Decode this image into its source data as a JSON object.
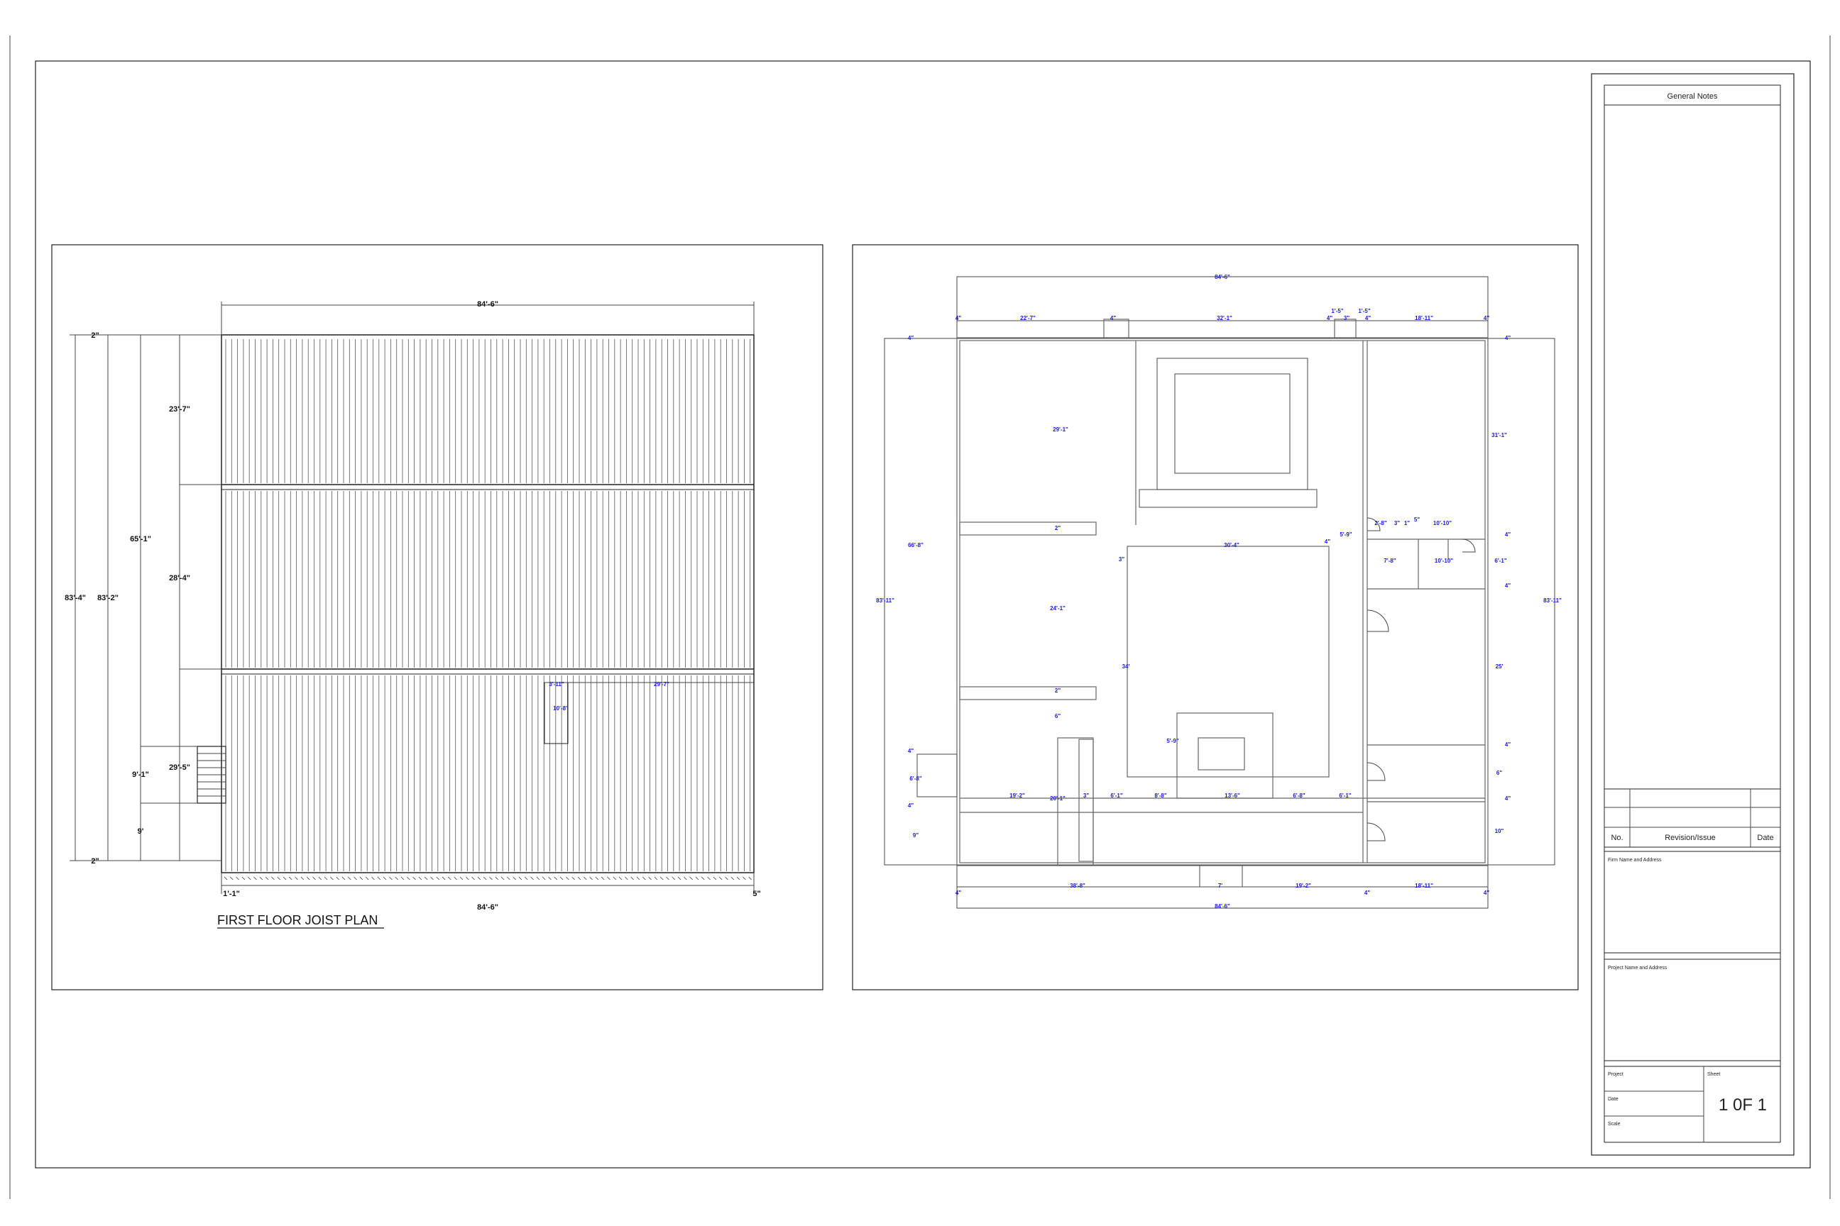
{
  "joist_plan": {
    "title": "FIRST FLOOR JOIST PLAN",
    "dims": {
      "top": "84'-6\"",
      "bottom": "84'-6\"",
      "left_83_4": "83'-4\"",
      "left_83_2": "83'-2\"",
      "left_65_1": "65'-1\"",
      "left_9_1": "9'-1\"",
      "left_9": "9'",
      "left_23_7": "23'-7\"",
      "left_28_4": "28'-4\"",
      "left_29_5": "29'-5\"",
      "top_2": "2\"",
      "bot_2": "2\"",
      "bot_1_1": "1'-1\"",
      "bot_5": "5\"",
      "inner_3_11": "3'-11\"",
      "inner_29_7": "29'-7\"",
      "inner_10_8": "10'-8\""
    }
  },
  "floor_plan": {
    "dims": [
      "84'-6\"",
      "4\"",
      "22'-7\"",
      "4\"",
      "32'-1\"",
      "4\"",
      "1'-5\"",
      "3\"",
      "1'-5\"",
      "4\"",
      "18'-11\"",
      "4\"",
      "4\"",
      "4\"",
      "29'-1\"",
      "31'-1\"",
      "66'-8\"",
      "3\"",
      "2\"",
      "30'-4\"",
      "4\"",
      "5'-9\"",
      "2'-8\"",
      "3\"",
      "1\"",
      "5\"",
      "10'-10\"",
      "4\"",
      "7'-8\"",
      "10'-10\"",
      "6'-1\"",
      "4\"",
      "83'-11\"",
      "83'-11\"",
      "24'-1\"",
      "34'",
      "25'",
      "2\"",
      "6\"",
      "5'-9\"",
      "4\"",
      "4\"",
      "6\"",
      "6'-8\"",
      "4\"",
      "19'-2\"",
      "20'-1\"",
      "3\"",
      "6'-1\"",
      "8'-8\"",
      "13'-6\"",
      "6'-8\"",
      "6'-1\"",
      "4\"",
      "9\"",
      "10\"",
      "4\"",
      "38'-8\"",
      "7'",
      "19'-2\"",
      "4\"",
      "18'-11\"",
      "4\"",
      "84'-6\""
    ]
  },
  "title_block": {
    "general_notes": "General Notes",
    "no_label": "No.",
    "revision_label": "Revision/Issue",
    "date_label": "Date",
    "firm_label": "Firm Name and Address",
    "project_name_label": "Project Name and Address",
    "project_label": "Project",
    "sheet_label": "Sheet",
    "date_label2": "Date",
    "scale_label": "Scale",
    "sheet_value": "1 0F 1"
  }
}
